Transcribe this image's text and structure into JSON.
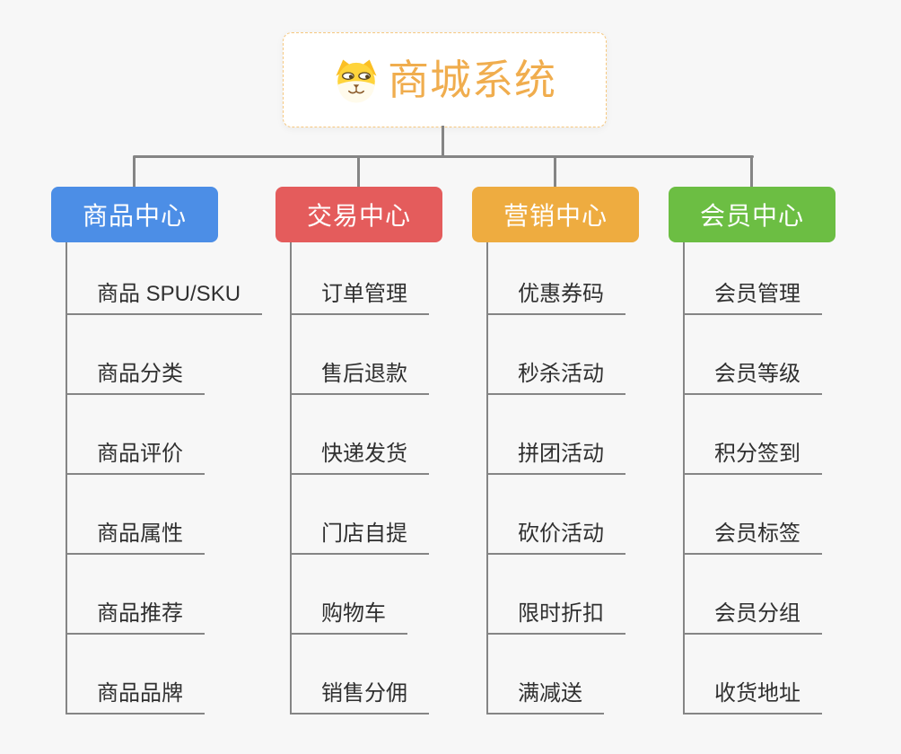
{
  "canvas": {
    "background_color": "#F7F7F7",
    "connector_color": "#858585"
  },
  "root": {
    "title": "商城系统",
    "title_color": "#F0AD4E",
    "border_color": "#F6C87F",
    "icon": "dog-face-icon"
  },
  "branches": [
    {
      "label": "商品中心",
      "color": "#4C8EE6",
      "children": [
        "商品 SPU/SKU",
        "商品分类",
        "商品评价",
        "商品属性",
        "商品推荐",
        "商品品牌"
      ]
    },
    {
      "label": "交易中心",
      "color": "#E45C5C",
      "children": [
        "订单管理",
        "售后退款",
        "快递发货",
        "门店自提",
        "购物车",
        "销售分佣"
      ]
    },
    {
      "label": "营销中心",
      "color": "#EEAC40",
      "children": [
        "优惠券码",
        "秒杀活动",
        "拼团活动",
        "砍价活动",
        "限时折扣",
        "满减送"
      ]
    },
    {
      "label": "会员中心",
      "color": "#6CBE43",
      "children": [
        "会员管理",
        "会员等级",
        "积分签到",
        "会员标签",
        "会员分组",
        "收货地址"
      ]
    }
  ]
}
